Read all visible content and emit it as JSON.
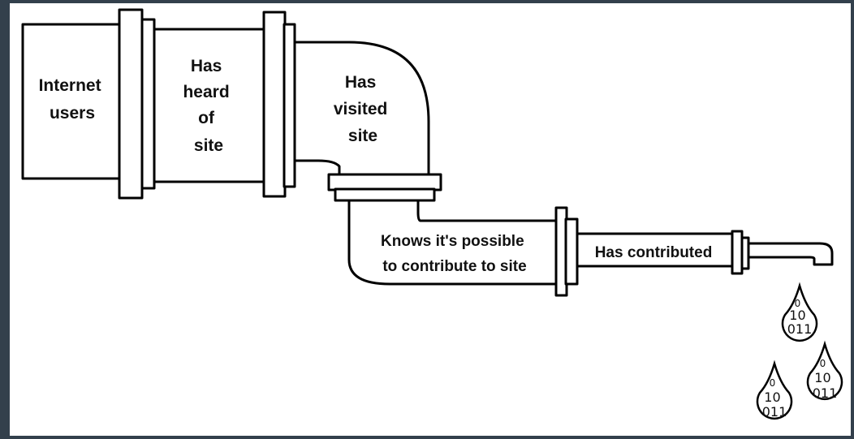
{
  "colors": {
    "background": "#ffffff",
    "outline": "#000000",
    "frame": "#33404c"
  },
  "stages": {
    "internet_users": [
      "Internet",
      "users"
    ],
    "heard_of_site": [
      "Has",
      "heard",
      "of",
      "site"
    ],
    "visited_site": [
      "Has",
      "visited",
      "site"
    ],
    "knows_contribute": [
      "Knows it's possible",
      "to contribute to site"
    ],
    "contributed": [
      "Has contributed"
    ]
  },
  "drops": [
    {
      "lines": [
        "0",
        "10",
        "011"
      ]
    },
    {
      "lines": [
        "0",
        "10",
        "011"
      ]
    },
    {
      "lines": [
        "0",
        "10",
        "011"
      ]
    }
  ]
}
